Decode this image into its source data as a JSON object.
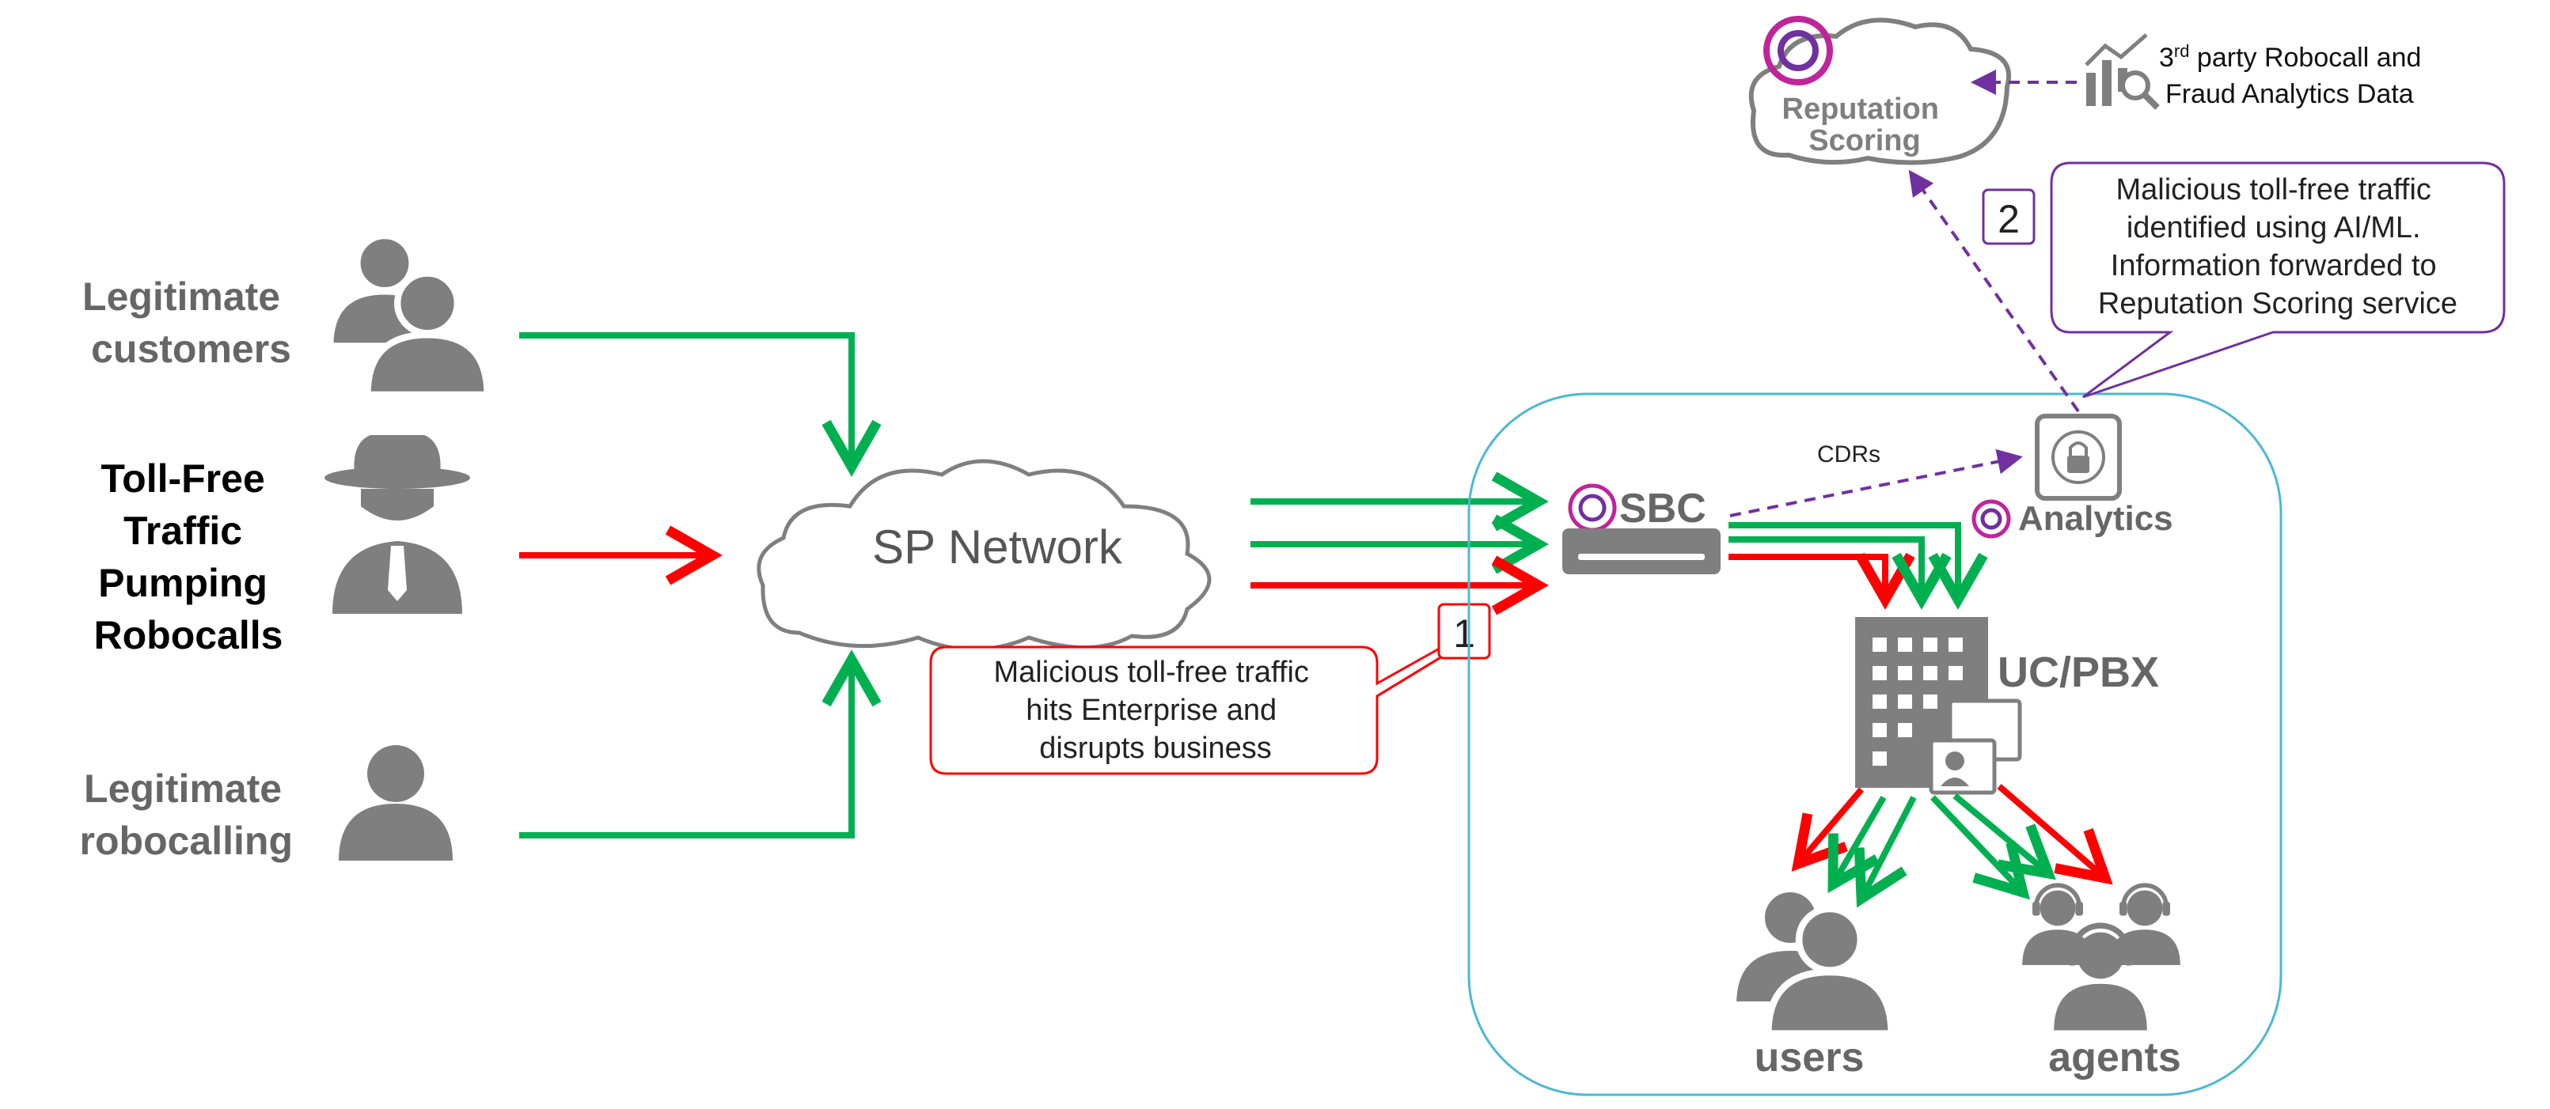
{
  "sources": {
    "legit_customers": [
      "Legitimate",
      "customers"
    ],
    "tollfree": [
      "Toll-Free",
      "Traffic",
      "Pumping",
      "Robocalls"
    ],
    "legit_robocalling": [
      "Legitimate",
      "robocalling"
    ]
  },
  "network": {
    "label": "SP Network"
  },
  "callout1": {
    "number": "1",
    "lines": [
      "Malicious toll-free traffic",
      "hits Enterprise and",
      "disrupts business"
    ]
  },
  "callout2": {
    "number": "2",
    "lines": [
      "Malicious toll-free traffic",
      "identified using AI/ML.",
      "Information forwarded to",
      "Reputation Scoring service"
    ]
  },
  "reputation": {
    "lines": [
      "Reputation",
      "Scoring"
    ]
  },
  "third_party": {
    "line1_prefix": "3",
    "line1_sup": "rd",
    "line1_rest": " party Robocall and",
    "line2": "Fraud Analytics Data"
  },
  "enterprise": {
    "sbc": "SBC",
    "analytics": "Analytics",
    "cdrs": "CDRs",
    "pbx": "UC/PBX",
    "users": "users",
    "agents": "agents"
  },
  "colors": {
    "green": "#00b050",
    "red": "#ff0000",
    "purple": "#7030a0",
    "gray": "#7f7f7f",
    "cyan": "#4bb8d4",
    "brand_magenta": "#c0249a"
  }
}
